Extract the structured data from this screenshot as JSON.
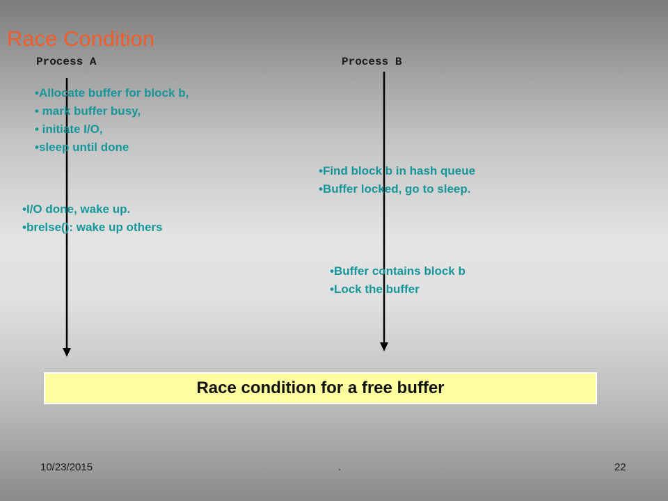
{
  "slide": {
    "title": "Race Condition",
    "process_a_label": "Process A",
    "process_b_label": "Process B",
    "process_a_steps_1": [
      "Allocate buffer for block b,",
      " mark buffer busy,",
      " initiate I/O,",
      "sleep until done"
    ],
    "process_b_steps_1": [
      "Find block b in hash queue",
      "Buffer locked, go to sleep."
    ],
    "process_a_steps_2": [
      "I/O done, wake up.",
      "brelse(): wake up others"
    ],
    "process_b_steps_2": [
      "Buffer contains block b",
      "Lock the buffer"
    ],
    "caption": "Race condition for a free buffer",
    "timeline_icon": "down-arrow",
    "colors": {
      "title": "#f05d2a",
      "bullet_text": "#14969a",
      "caption_bg": "#ffff9f"
    }
  },
  "footer": {
    "date": "10/23/2015",
    "center": ".",
    "page_number": "22"
  }
}
